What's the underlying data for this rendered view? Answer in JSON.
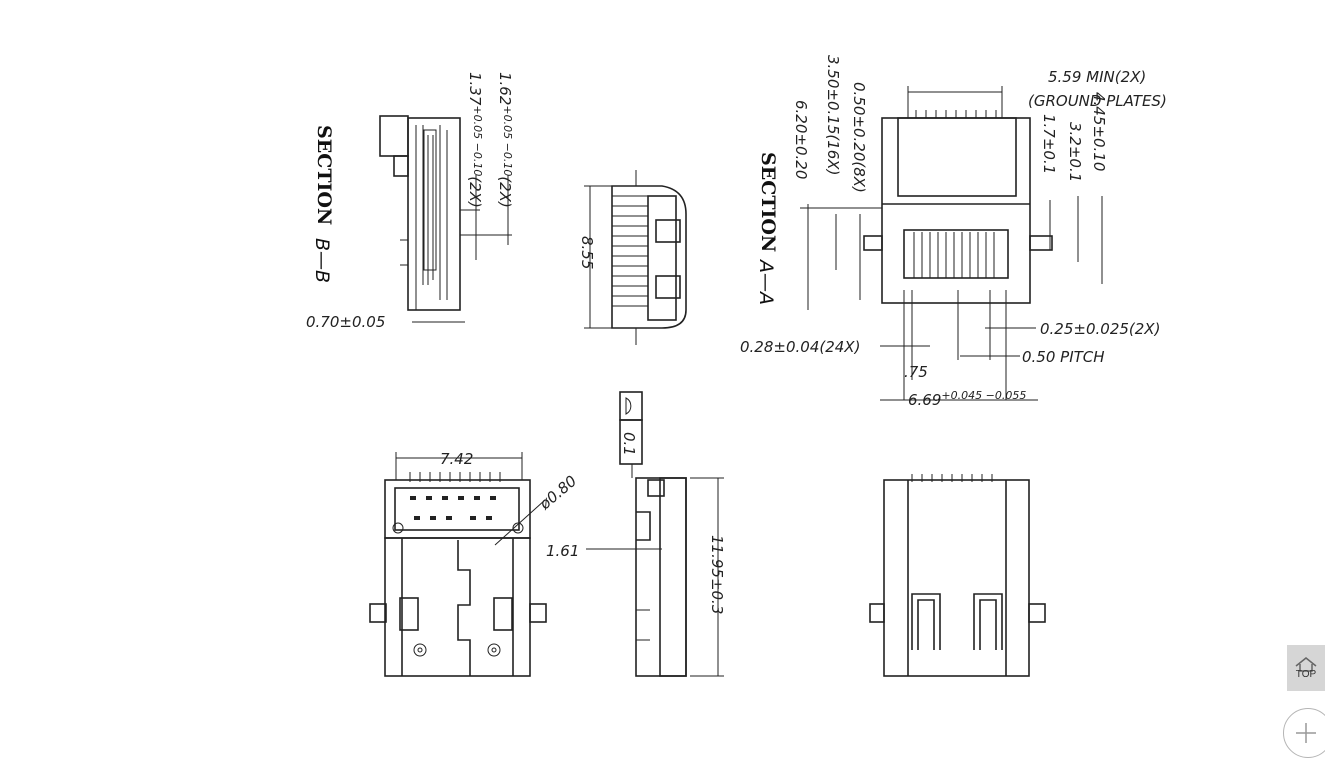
{
  "sections": {
    "bb": {
      "title": "SECTION",
      "label": "B—B"
    },
    "aa": {
      "title": "SECTION",
      "label": "A—A"
    }
  },
  "dims": {
    "d_062": "1.62",
    "d_062_tol": "+0.05 −0.10",
    "d_062_qty": "(2X)",
    "d_137": "1.37",
    "d_137_tol": "+0.05 −0.10",
    "d_137_qty": "(2X)",
    "d_070": "0.70±0.05",
    "d_855": "8.55",
    "d_620": "6.20±0.20",
    "d_350": "3.50±0.15(16X)",
    "d_050a": "0.50±0.20(8X)",
    "d_559": "5.59  MIN(2X)",
    "d_ground": "(GROUND  PLATES)",
    "d_445": "4.45±0.10",
    "d_32": "3.2±0.1",
    "d_17": "1.7±0.1",
    "d_025": "0.25±0.025(2X)",
    "d_028": "0.28±0.04(24X)",
    "d_050p": "0.50  PITCH",
    "d_75": ".75",
    "d_669": "6.69",
    "d_669_tol": "+0.045 −0.055",
    "d_742": "7.42",
    "d_080": "ø0.80",
    "d_161": "1.61",
    "d_1195": "11.95±0.3",
    "flatness_val": "0.1"
  },
  "ui": {
    "top_label": "TOP"
  }
}
